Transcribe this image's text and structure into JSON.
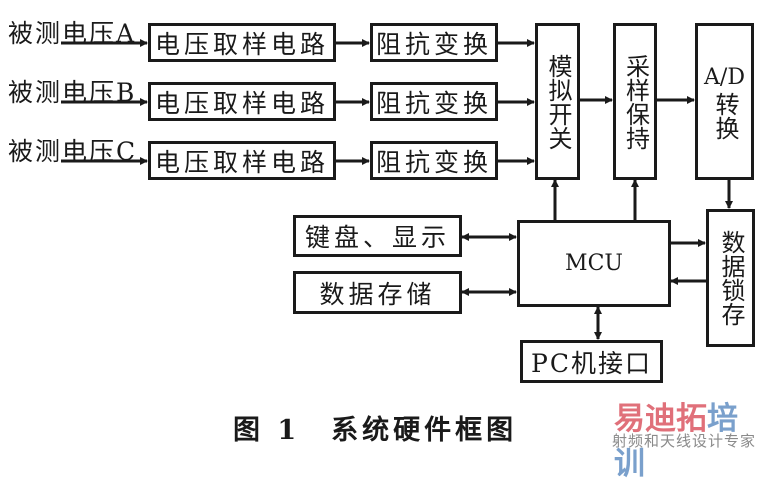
{
  "inputs": [
    "被测电压A",
    "被测电压B",
    "被测电压C"
  ],
  "sampling_circuit": "电压取样电路",
  "impedance": "阻抗变换",
  "analog_switch": "模拟开关",
  "sample_hold": "采样保持",
  "adc": {
    "top": "A/D",
    "bottom": "转换"
  },
  "latch": "数据锁存",
  "mcu": "MCU",
  "keyboard_display": "键盘、显示",
  "storage": "数据存储",
  "pc_interface": "PC机接口",
  "caption": "图 1　系统硬件框图",
  "watermark": {
    "title_red": "易迪拓",
    "title_blue": "培训",
    "subtitle": "射频和天线设计专家",
    "red": "#e0707a",
    "blue": "#7aa0cc"
  }
}
